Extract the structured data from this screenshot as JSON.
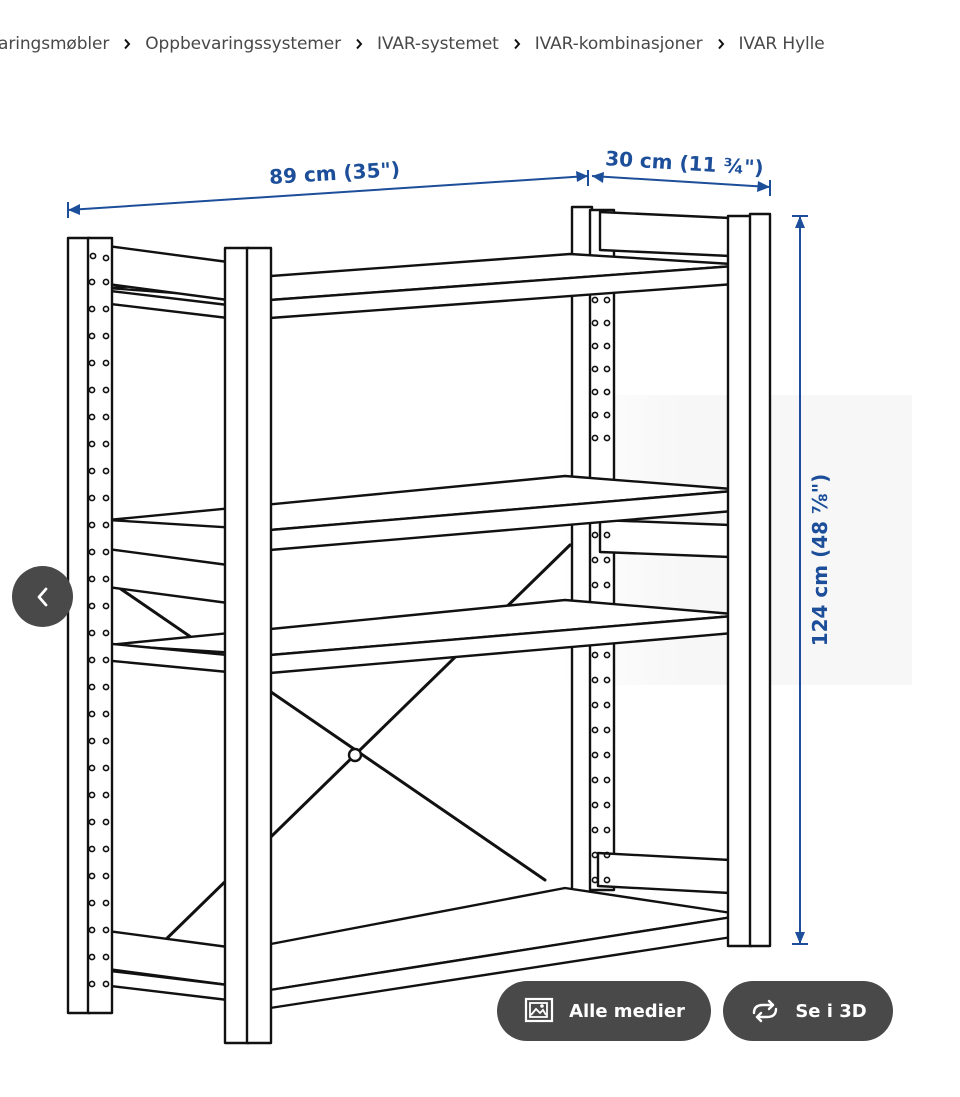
{
  "breadcrumb": {
    "items": [
      "aringsmøbler",
      "Oppbevaringssystemer",
      "IVAR-systemet",
      "IVAR-kombinasjoner",
      "IVAR Hylle"
    ]
  },
  "product_image": {
    "dimensions": {
      "width": "89 cm (35\")",
      "depth": "30 cm (11 ¾\")",
      "height": "124 cm (48 ⅞\")"
    },
    "dimension_color": "#1c4e9a"
  },
  "gallery": {
    "prev_icon": "chevron-left-icon",
    "all_media_label": "Alle medier",
    "all_media_icon": "gallery-icon",
    "view_3d_label": "Se i 3D",
    "view_3d_icon": "rotate-3d-icon",
    "button_color": "#494949"
  }
}
